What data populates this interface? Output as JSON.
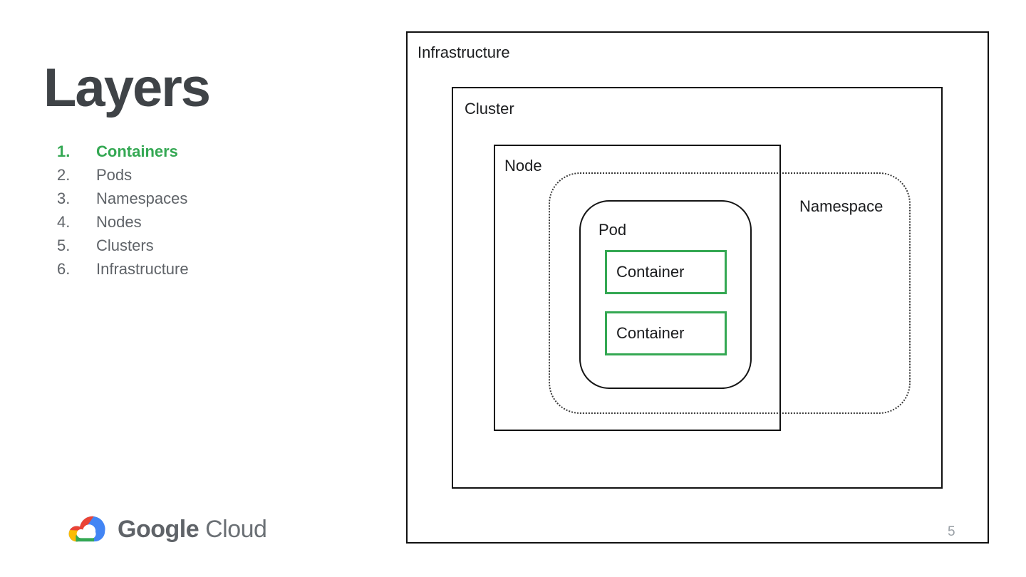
{
  "slide": {
    "title": "Layers",
    "page_number": "5",
    "list": {
      "active_index": 0,
      "items": [
        {
          "number": "1.",
          "label": "Containers"
        },
        {
          "number": "2.",
          "label": "Pods"
        },
        {
          "number": "3.",
          "label": "Namespaces"
        },
        {
          "number": "4.",
          "label": "Nodes"
        },
        {
          "number": "5.",
          "label": "Clusters"
        },
        {
          "number": "6.",
          "label": "Infrastructure"
        }
      ]
    },
    "diagram": {
      "infrastructure_label": "Infrastructure",
      "cluster_label": "Cluster",
      "node_label": "Node",
      "namespace_label": "Namespace",
      "pod_label": "Pod",
      "containers": [
        "Container",
        "Container"
      ]
    },
    "logo": {
      "google": "Google",
      "cloud": "Cloud"
    },
    "colors": {
      "accent_green": "#34a853",
      "title_text": "#3f4347",
      "list_text": "#5f6368",
      "diagram_text": "#1b1c1e",
      "page_number_text": "#9aa0a6",
      "logo_blue": "#4285f4",
      "logo_red": "#ea4335",
      "logo_yellow": "#fbbc05",
      "logo_green": "#34a853"
    }
  }
}
